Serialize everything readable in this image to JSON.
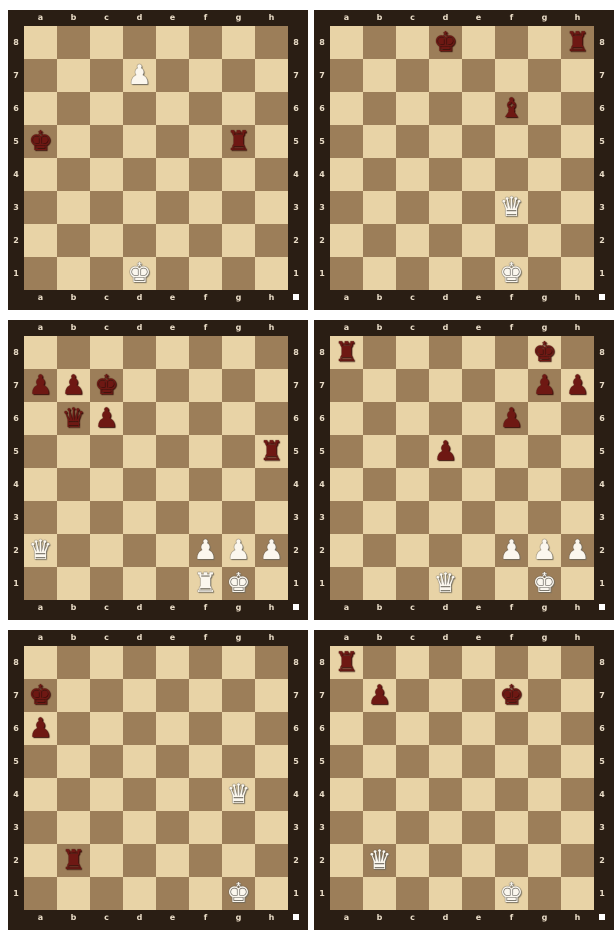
{
  "files": [
    "a",
    "b",
    "c",
    "d",
    "e",
    "f",
    "g",
    "h"
  ],
  "ranks": [
    "8",
    "7",
    "6",
    "5",
    "4",
    "3",
    "2",
    "1"
  ],
  "glyphs": {
    "K": "♚",
    "Q": "♛",
    "R": "♜",
    "B": "♝",
    "N": "♞",
    "P": "♟"
  },
  "boards": [
    {
      "id": "board-1",
      "pieces": [
        {
          "type": "P",
          "color": "w",
          "square": "d7"
        },
        {
          "type": "K",
          "color": "b",
          "square": "a5"
        },
        {
          "type": "R",
          "color": "b",
          "square": "g5"
        },
        {
          "type": "K",
          "color": "w",
          "square": "d1"
        }
      ]
    },
    {
      "id": "board-2",
      "pieces": [
        {
          "type": "K",
          "color": "b",
          "square": "d8"
        },
        {
          "type": "R",
          "color": "b",
          "square": "h8"
        },
        {
          "type": "B",
          "color": "b",
          "square": "f6"
        },
        {
          "type": "Q",
          "color": "w",
          "square": "f3"
        },
        {
          "type": "K",
          "color": "w",
          "square": "f1"
        }
      ]
    },
    {
      "id": "board-3",
      "pieces": [
        {
          "type": "P",
          "color": "b",
          "square": "a7"
        },
        {
          "type": "P",
          "color": "b",
          "square": "b7"
        },
        {
          "type": "K",
          "color": "b",
          "square": "c7"
        },
        {
          "type": "Q",
          "color": "b",
          "square": "b6"
        },
        {
          "type": "P",
          "color": "b",
          "square": "c6"
        },
        {
          "type": "R",
          "color": "b",
          "square": "h5"
        },
        {
          "type": "Q",
          "color": "w",
          "square": "a2"
        },
        {
          "type": "P",
          "color": "w",
          "square": "f2"
        },
        {
          "type": "P",
          "color": "w",
          "square": "g2"
        },
        {
          "type": "P",
          "color": "w",
          "square": "h2"
        },
        {
          "type": "R",
          "color": "w",
          "square": "f1"
        },
        {
          "type": "K",
          "color": "w",
          "square": "g1"
        }
      ]
    },
    {
      "id": "board-4",
      "pieces": [
        {
          "type": "R",
          "color": "b",
          "square": "a8"
        },
        {
          "type": "K",
          "color": "b",
          "square": "g8"
        },
        {
          "type": "P",
          "color": "b",
          "square": "g7"
        },
        {
          "type": "P",
          "color": "b",
          "square": "h7"
        },
        {
          "type": "P",
          "color": "b",
          "square": "f6"
        },
        {
          "type": "P",
          "color": "b",
          "square": "d5"
        },
        {
          "type": "P",
          "color": "w",
          "square": "f2"
        },
        {
          "type": "P",
          "color": "w",
          "square": "g2"
        },
        {
          "type": "P",
          "color": "w",
          "square": "h2"
        },
        {
          "type": "Q",
          "color": "w",
          "square": "d1"
        },
        {
          "type": "K",
          "color": "w",
          "square": "g1"
        }
      ]
    },
    {
      "id": "board-5",
      "pieces": [
        {
          "type": "K",
          "color": "b",
          "square": "a7"
        },
        {
          "type": "P",
          "color": "b",
          "square": "a6"
        },
        {
          "type": "Q",
          "color": "w",
          "square": "g4"
        },
        {
          "type": "R",
          "color": "b",
          "square": "b2"
        },
        {
          "type": "K",
          "color": "w",
          "square": "g1"
        }
      ]
    },
    {
      "id": "board-6",
      "pieces": [
        {
          "type": "R",
          "color": "b",
          "square": "a8"
        },
        {
          "type": "P",
          "color": "b",
          "square": "b7"
        },
        {
          "type": "K",
          "color": "b",
          "square": "f7"
        },
        {
          "type": "Q",
          "color": "w",
          "square": "b2"
        },
        {
          "type": "K",
          "color": "w",
          "square": "f1"
        }
      ]
    }
  ]
}
